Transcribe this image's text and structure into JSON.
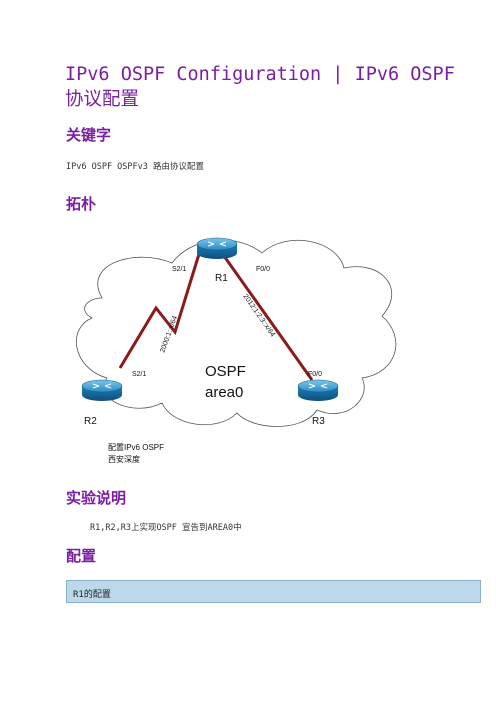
{
  "document": {
    "title": "IPv6 OSPF Configuration | IPv6 OSPF 协议配置",
    "keywords_heading": "关键字",
    "keywords_text": "IPv6 OSPF OSPFv3 路由协议配置",
    "topology_heading": "拓朴",
    "experiment_heading": "实验说明",
    "experiment_text": "R1,R2,R3上实现OSPF 宣告到AREA0中",
    "config_heading": "配置",
    "config_box_label": "R1的配置"
  },
  "topology": {
    "routers": {
      "r1": "R1",
      "r2": "R2",
      "r3": "R3"
    },
    "interfaces": {
      "r1_left": "S2/1",
      "r1_right": "F0/0",
      "r2": "S2/1",
      "r3": "F0/0"
    },
    "links": {
      "r1_r2_subnet": "2000:1::x/64",
      "r1_r3_subnet": "2012:1:2:3::x/64"
    },
    "area_line1": "OSPF",
    "area_line2": "area0",
    "caption_line1": "配置IPv6 OSPF",
    "caption_line2": "西安深度",
    "colors": {
      "link": "#8b1a1a",
      "router": "#1f7fb6"
    }
  }
}
